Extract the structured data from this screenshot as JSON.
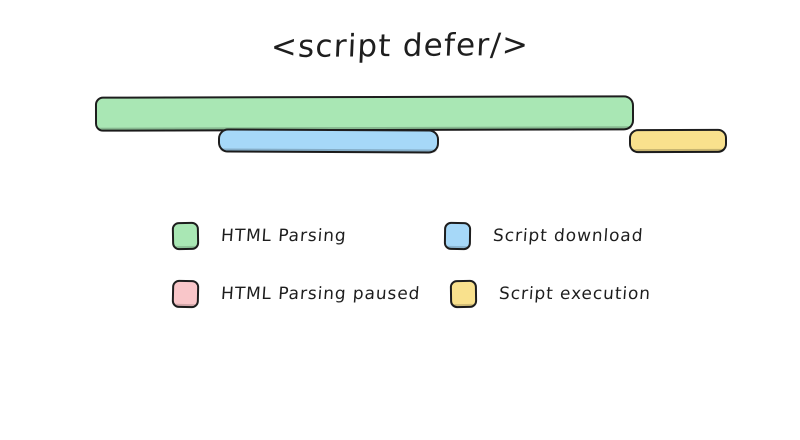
{
  "page": {
    "background": "#ffffff",
    "stroke_color": "#1e1e1e"
  },
  "title": "<script defer/>",
  "chart_data": {
    "type": "bar",
    "title": "<script defer/>",
    "orientation": "horizontal-timeline",
    "xlabel": "",
    "ylabel": "",
    "grid": false,
    "legend_position": "bottom",
    "tracks": [
      {
        "name": "HTML Parsing",
        "color": "#a9e7b4",
        "start": 95,
        "end": 634,
        "row": 0,
        "thickness": 35
      },
      {
        "name": "Script download",
        "color": "#a6d8f8",
        "start": 218,
        "end": 439,
        "row": 1,
        "thickness": 24
      },
      {
        "name": "Script execution",
        "color": "#f9e18d",
        "start": 629,
        "end": 727,
        "row": 1,
        "thickness": 24
      }
    ]
  },
  "bars": {
    "html_parsing": {
      "color": "#a9e7b4"
    },
    "script_download": {
      "color": "#a6d8f8"
    },
    "script_execution": {
      "color": "#f9e18d"
    }
  },
  "legend": {
    "rows": [
      [
        {
          "label": "HTML Parsing",
          "color": "#a9e7b4"
        },
        {
          "label": "Script download",
          "color": "#a6d8f8"
        }
      ],
      [
        {
          "label": "HTML Parsing paused",
          "color": "#f9c6c9"
        },
        {
          "label": "Script execution",
          "color": "#f9e18d"
        }
      ]
    ]
  }
}
